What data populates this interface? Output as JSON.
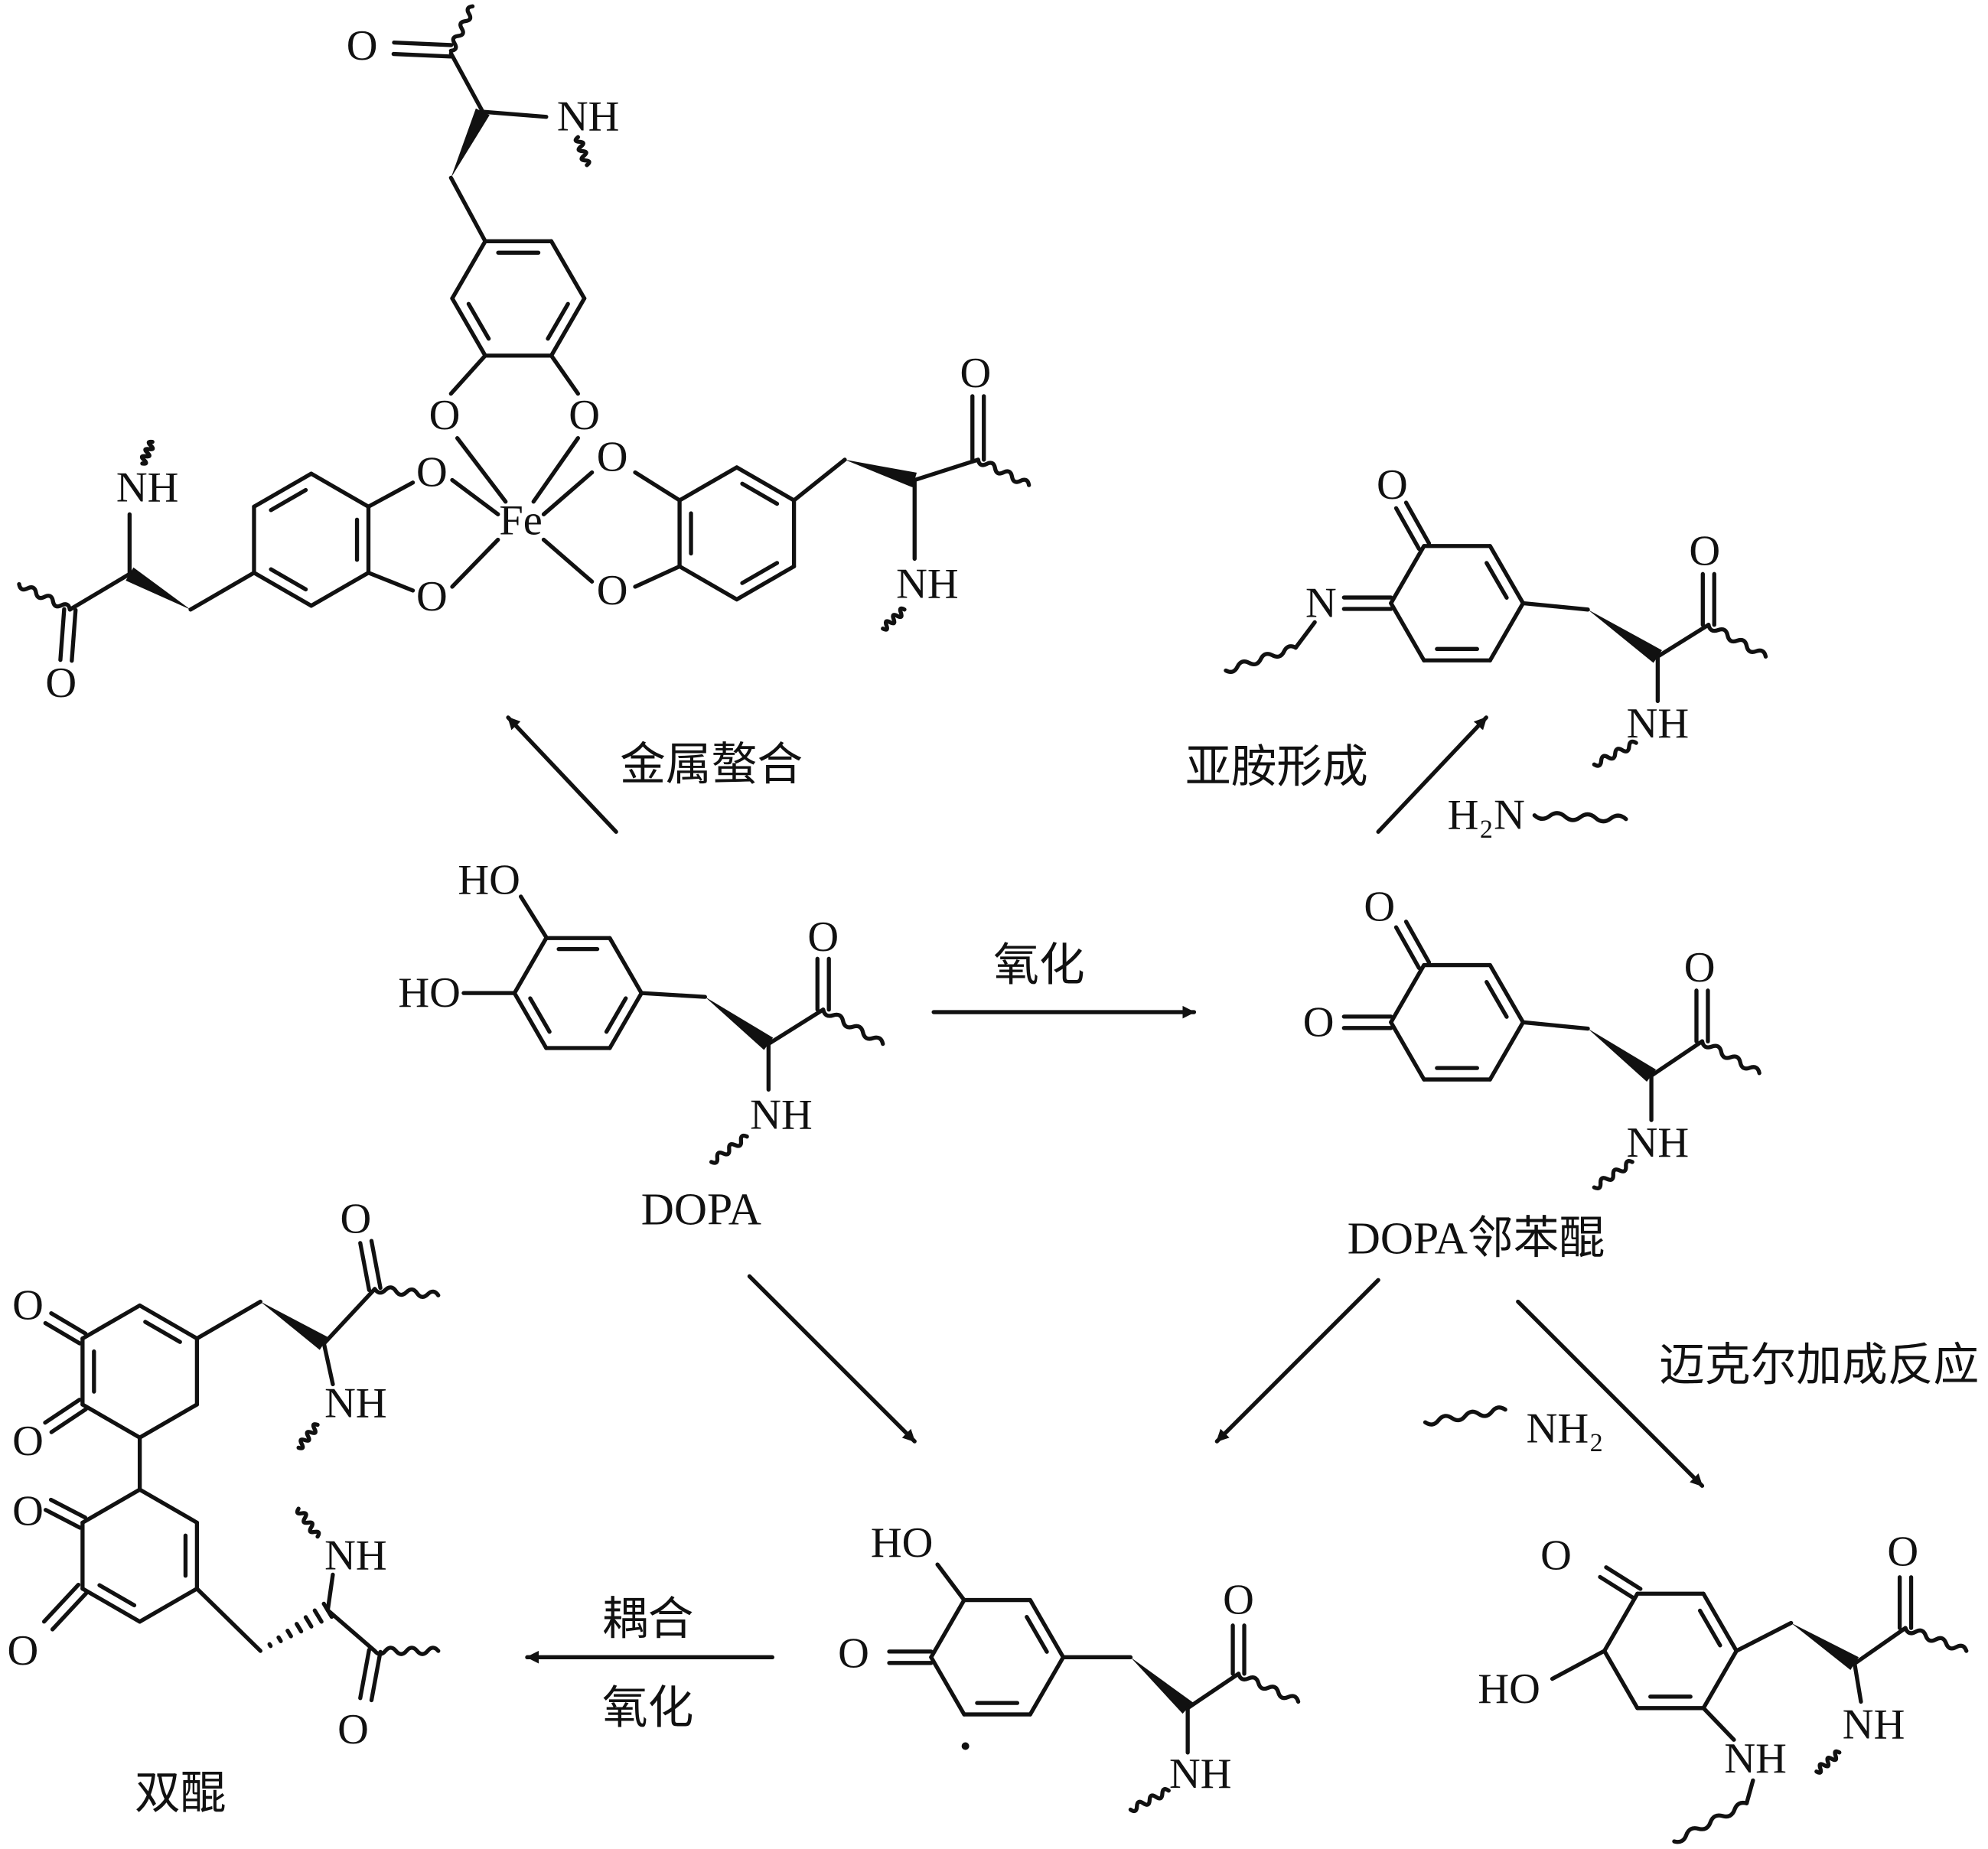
{
  "labels": {
    "metal_chelation": "金属螯合",
    "imine_formation": "亚胺形成",
    "oxidation": "氧化",
    "dopa": "DOPA",
    "dopa_quinone": "DOPA邻苯醌",
    "michael_addition": "迈克尔加成反应",
    "coupling": "耦合",
    "oxidation2": "氧化",
    "bisquinone": "双醌"
  },
  "reagents": {
    "amine_top": "H₂N",
    "amine_right": "NH₂"
  },
  "structures": {
    "fe_complex": [
      "O",
      "NH",
      "O",
      "O",
      "Fe",
      "O",
      "O",
      "O",
      "O",
      "NH",
      "O",
      "NH",
      "O"
    ],
    "dopa": [
      "HO",
      "HO",
      "O",
      "NH"
    ],
    "imine": [
      "O",
      "N",
      "O",
      "NH"
    ],
    "quinone": [
      "O",
      "O",
      "O",
      "NH"
    ],
    "radical": [
      "HO",
      "O",
      "O",
      "NH"
    ],
    "michael": [
      "O",
      "HO",
      "NH",
      "O",
      "NH"
    ],
    "bisquinone": [
      "O",
      "O",
      "O",
      "NH",
      "O",
      "O",
      "NH",
      "O"
    ]
  }
}
